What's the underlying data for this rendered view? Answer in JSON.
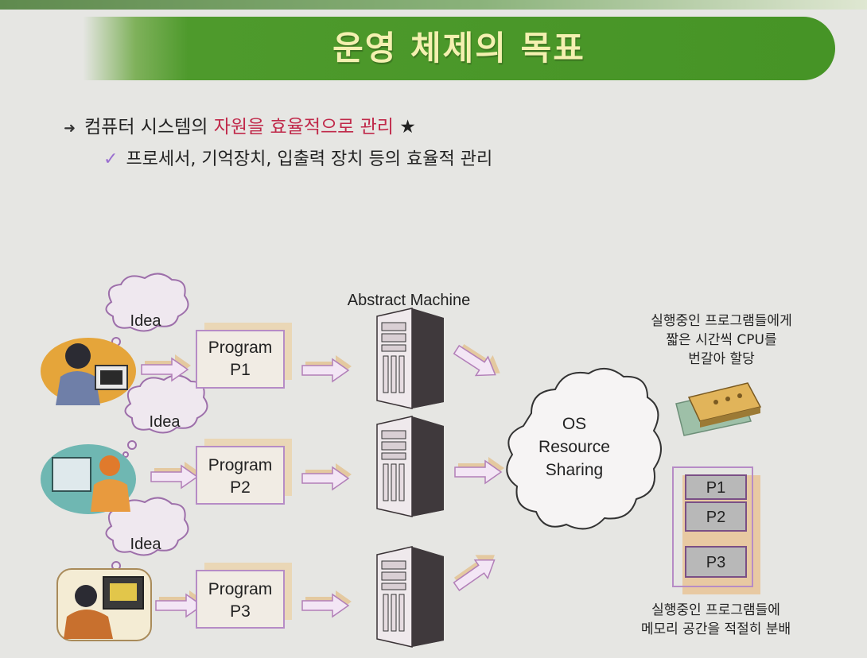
{
  "title": "운영 체제의 목표",
  "bullets": {
    "main_prefix": "컴퓨터 시스템의 ",
    "main_highlight": "자원을 효율적으로 관리",
    "main_suffix": " ★",
    "sub": "프로세서, 기억장치, 입출력 장치 등의 효율적 관리"
  },
  "icons": {
    "bullet_arrow": "arrow-bullet-icon",
    "check": "check-icon",
    "user": "user-at-computer-icon",
    "server": "server-tower-icon",
    "cloud": "cloud-icon",
    "cpu_chip": "cpu-chip-icon"
  },
  "diagram": {
    "abstract_machine": "Abstract Machine",
    "idea_labels": [
      "Idea",
      "Idea",
      "Idea"
    ],
    "programs": [
      {
        "line1": "Program",
        "line2": "P1"
      },
      {
        "line1": "Program",
        "line2": "P2"
      },
      {
        "line1": "Program",
        "line2": "P3"
      }
    ],
    "cloud": {
      "line1": "OS",
      "line2": "Resource",
      "line3": "Sharing"
    },
    "cpu_note": {
      "line1": "실행중인 프로그램들에게",
      "line2": "짧은 시간씩 CPU를",
      "line3": "번갈아 할당"
    },
    "memory_blocks": [
      "P1",
      "P2",
      "P3"
    ],
    "memory_note": {
      "line1": "실행중인 프로그램들에",
      "line2": "메모리 공간을 적절히 분배"
    }
  },
  "colors": {
    "title_green": "#469426",
    "title_text": "#f4f0b0",
    "highlight": "#c0294a",
    "arrow_fill": "#f3e6f5",
    "arrow_stroke": "#b27fb8",
    "arrow_shadow": "#e4c9a0",
    "frame_stroke": "#b68cc6"
  }
}
